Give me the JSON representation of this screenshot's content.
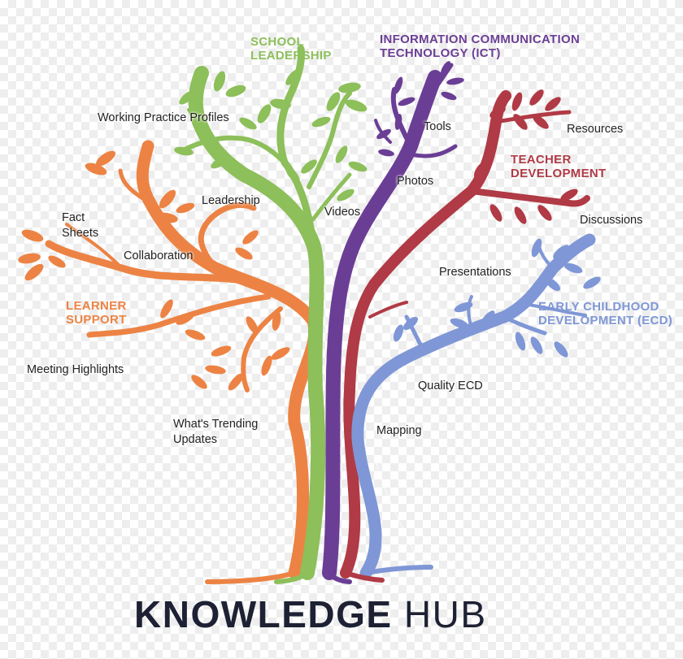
{
  "brand": {
    "title_bold": "KNOWLEDGE",
    "title_light": "HUB"
  },
  "colors": {
    "school_leadership": "#8dbf5a",
    "ict": "#6b3e95",
    "teacher_development": "#b03a45",
    "ecd": "#7f97d6",
    "learner_support": "#ec8344",
    "hub_text": "#1d2133"
  },
  "categories": {
    "school_leadership": "SCHOOL\nLEADERSHIP",
    "ict": "INFORMATION COMMUNICATION\nTECHNOLOGY (ICT)",
    "teacher_development": "TEACHER\nDEVELOPMENT",
    "ecd": "EARLY CHILDHOOD\nDEVELOPMENT (ECD)",
    "learner_support": "LEARNER\nSUPPORT"
  },
  "labels": {
    "working_practice_profiles": "Working Practice Profiles",
    "leadership": "Leadership",
    "videos": "Videos",
    "tools": "Tools",
    "photos": "Photos",
    "resources": "Resources",
    "discussions": "Discussions",
    "presentations": "Presentations",
    "quality_ecd": "Quality ECD",
    "mapping": "Mapping",
    "fact_sheets": "Fact\nSheets",
    "collaboration": "Collaboration",
    "meeting_highlights": "Meeting Highlights",
    "whats_trending": "What's Trending\nUpdates"
  }
}
